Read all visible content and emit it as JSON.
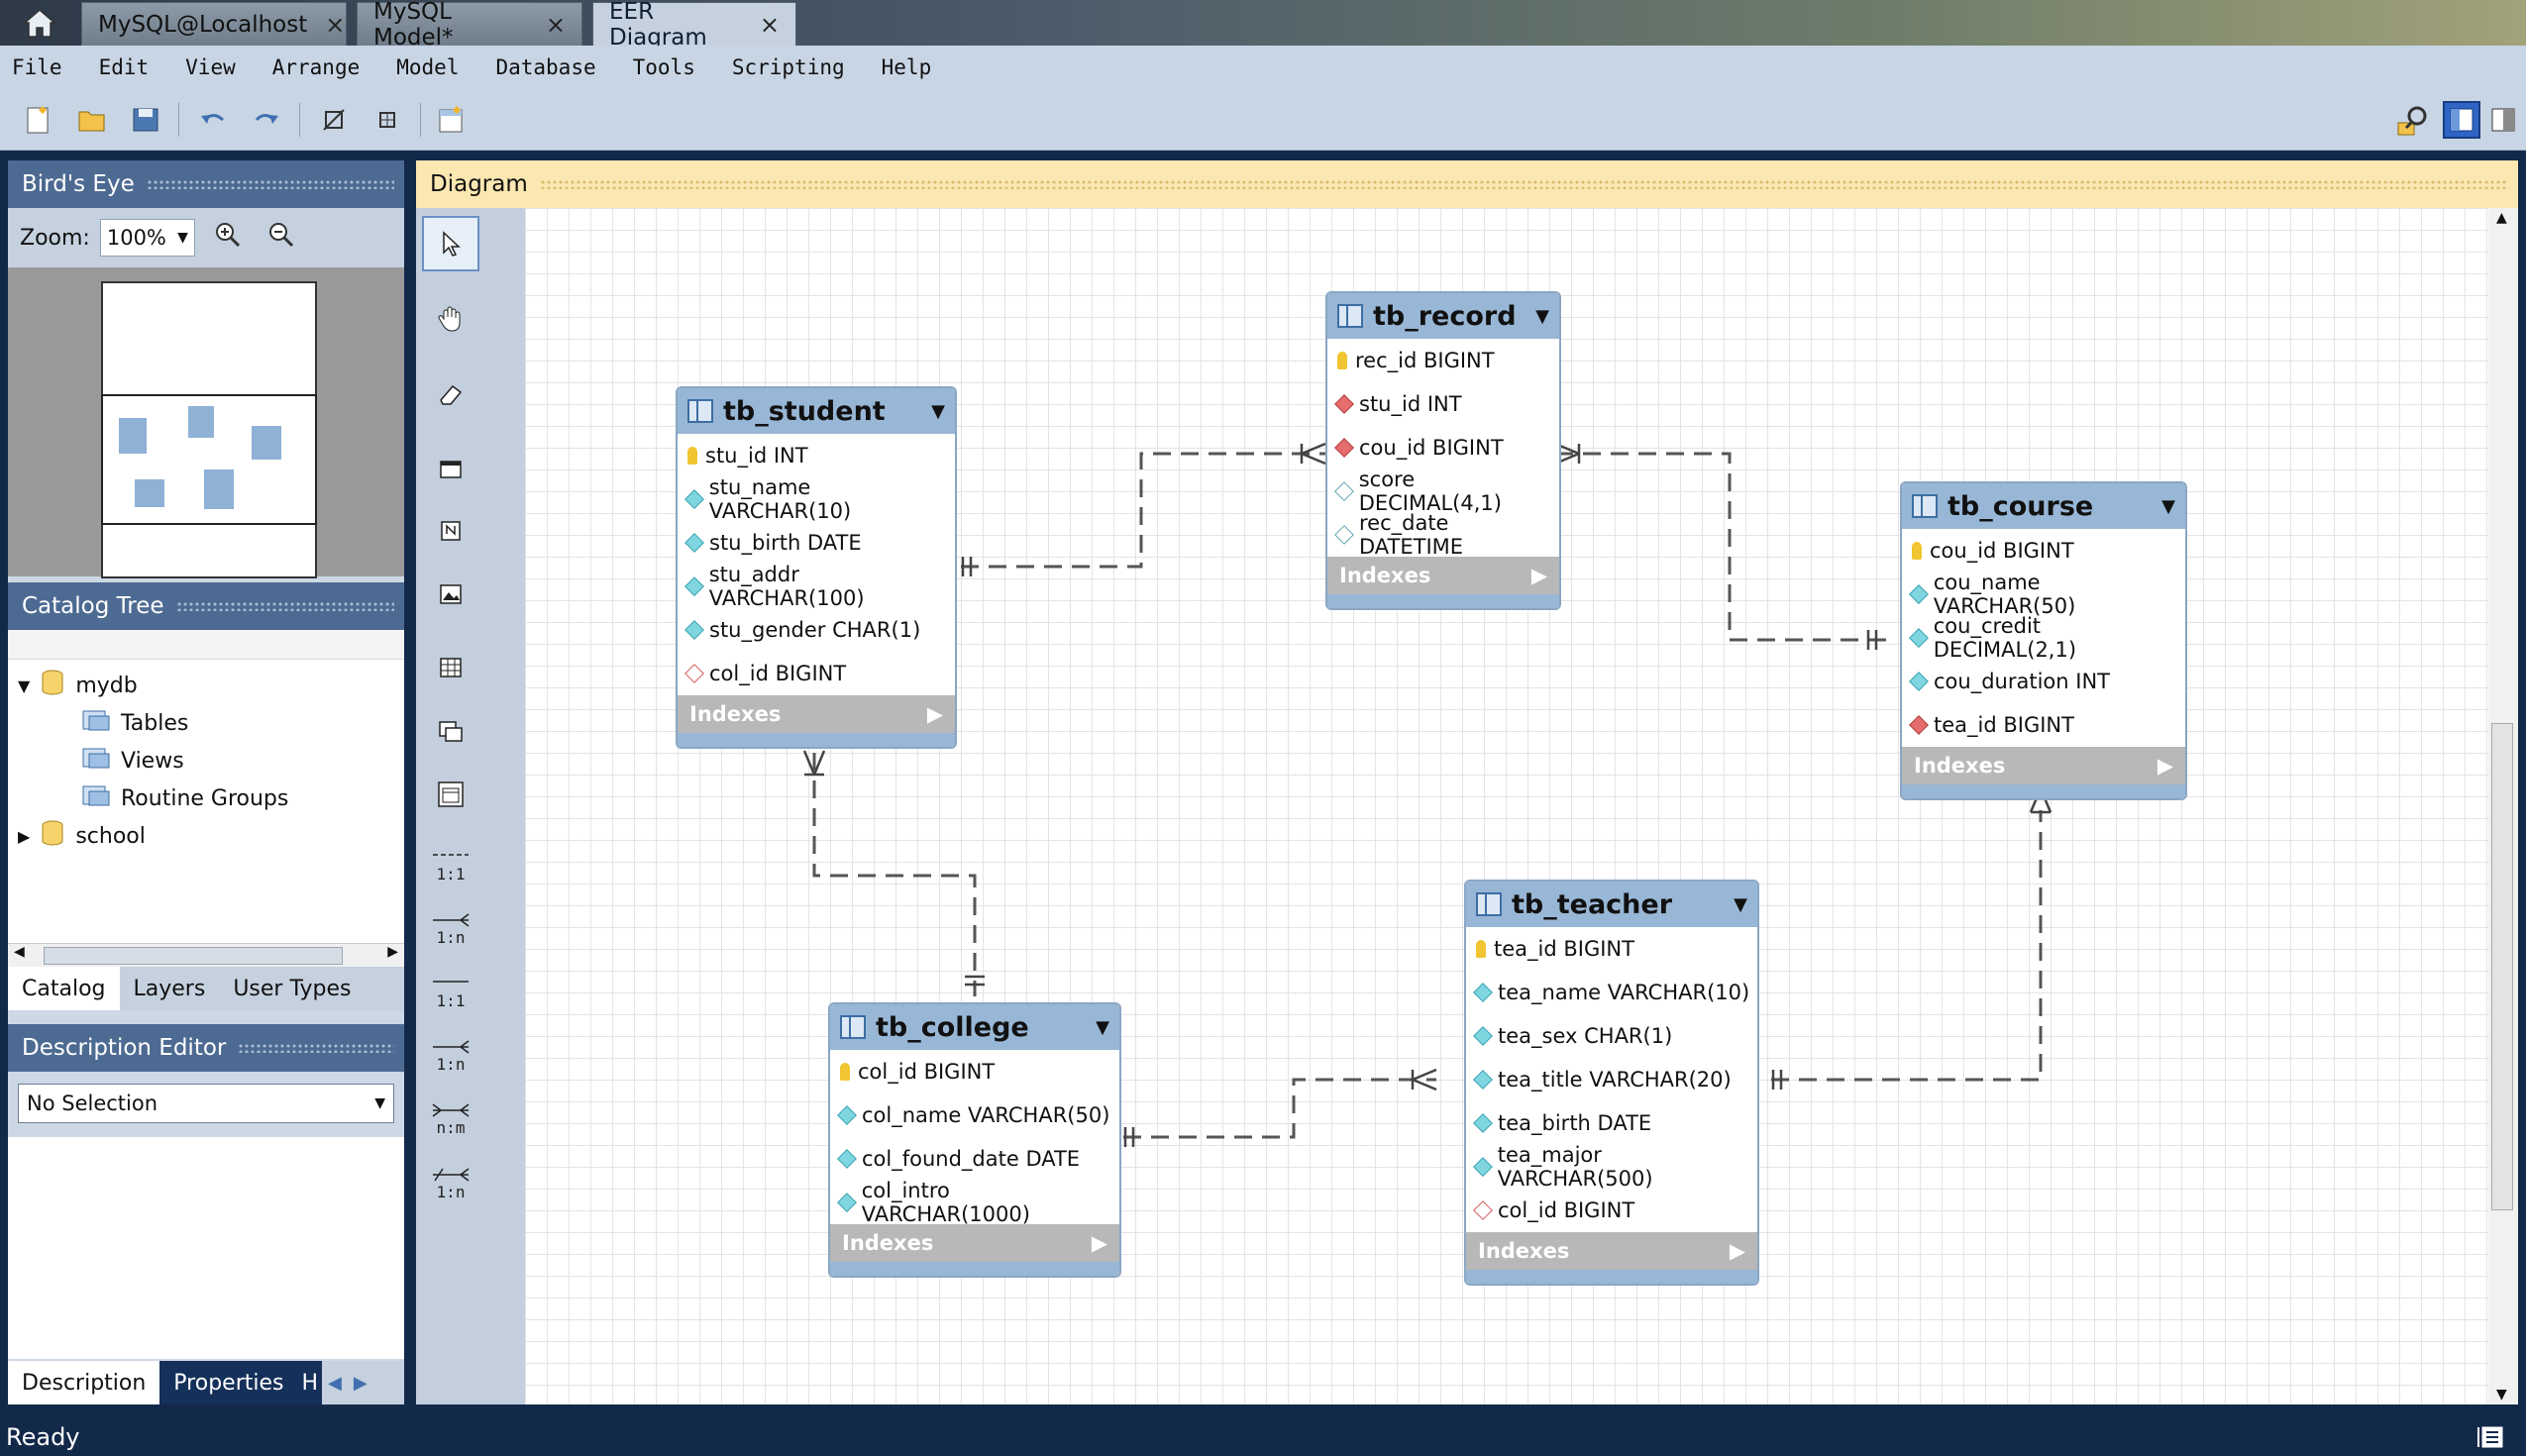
{
  "tabs": [
    {
      "label": "MySQL@Localhost"
    },
    {
      "label": "MySQL Model*"
    },
    {
      "label": "EER Diagram"
    }
  ],
  "menu": [
    "File",
    "Edit",
    "View",
    "Arrange",
    "Model",
    "Database",
    "Tools",
    "Scripting",
    "Help"
  ],
  "birds_eye": {
    "title": "Bird's Eye",
    "zoom_label": "Zoom:",
    "zoom_value": "100%"
  },
  "catalog": {
    "title": "Catalog Tree",
    "db": "mydb",
    "children": [
      "Tables",
      "Views",
      "Routine Groups"
    ],
    "db2": "school",
    "tabs": [
      "Catalog",
      "Layers",
      "User Types"
    ]
  },
  "description": {
    "title": "Description Editor",
    "selection": "No Selection",
    "tabs": [
      "Description",
      "Properties",
      "H"
    ]
  },
  "diagram": {
    "title": "Diagram",
    "tool_labels": [
      "1:1",
      "1:n",
      "1:1",
      "1:n",
      "n:m",
      "1:n"
    ],
    "indexes_label": "Indexes",
    "tables": {
      "student": {
        "name": "tb_student",
        "cols": [
          "stu_id INT",
          "stu_name VARCHAR(10)",
          "stu_birth DATE",
          "stu_addr VARCHAR(100)",
          "stu_gender CHAR(1)",
          "col_id BIGINT"
        ]
      },
      "record": {
        "name": "tb_record",
        "cols": [
          "rec_id BIGINT",
          "stu_id INT",
          "cou_id BIGINT",
          "score DECIMAL(4,1)",
          "rec_date DATETIME"
        ]
      },
      "course": {
        "name": "tb_course",
        "cols": [
          "cou_id BIGINT",
          "cou_name VARCHAR(50)",
          "cou_credit DECIMAL(2,1)",
          "cou_duration INT",
          "tea_id BIGINT"
        ]
      },
      "college": {
        "name": "tb_college",
        "cols": [
          "col_id BIGINT",
          "col_name VARCHAR(50)",
          "col_found_date DATE",
          "col_intro VARCHAR(1000)"
        ]
      },
      "teacher": {
        "name": "tb_teacher",
        "cols": [
          "tea_id BIGINT",
          "tea_name VARCHAR(10)",
          "tea_sex CHAR(1)",
          "tea_title VARCHAR(20)",
          "tea_birth DATE",
          "tea_major VARCHAR(500)",
          "col_id BIGINT"
        ]
      }
    }
  },
  "status": "Ready"
}
